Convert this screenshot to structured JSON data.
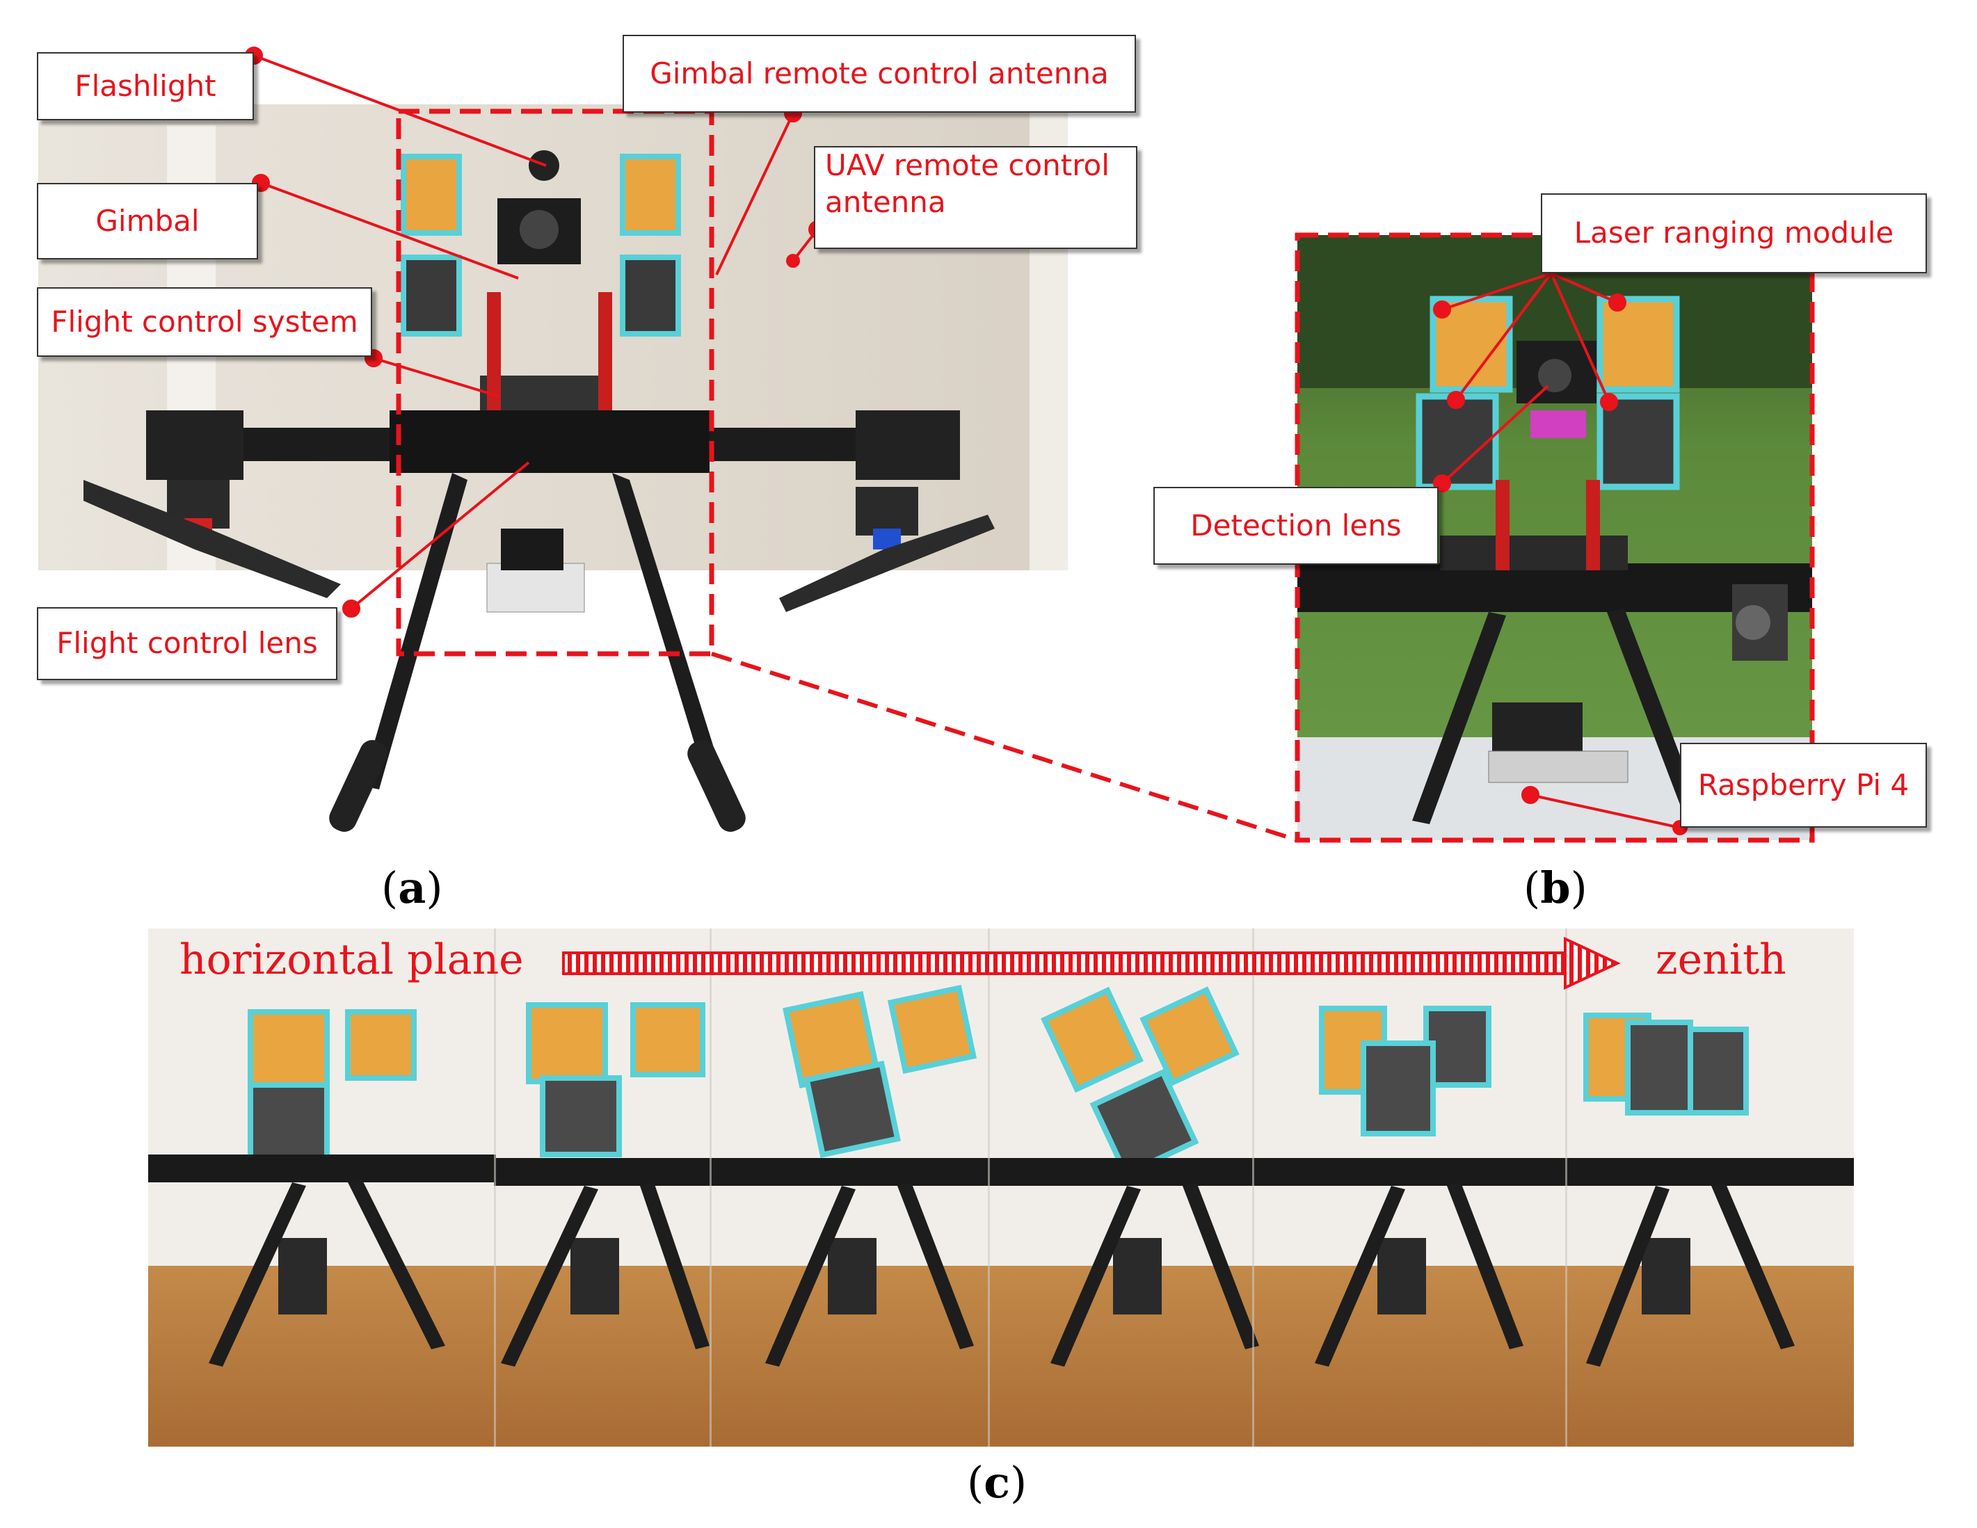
{
  "panels": {
    "a": {
      "open": "(",
      "letter": "a",
      "close": ")"
    },
    "b": {
      "open": "(",
      "letter": "b",
      "close": ")"
    },
    "c": {
      "open": "(",
      "letter": "c",
      "close": ")"
    }
  },
  "callouts": {
    "flashlight": "Flashlight",
    "gimbal_antenna": "Gimbal remote control antenna",
    "uav_antenna_line1": "UAV remote control",
    "uav_antenna_line2": "antenna",
    "gimbal": "Gimbal",
    "flight_control_system": "Flight control system",
    "flight_control_lens": "Flight control lens",
    "laser_ranging_module": "Laser ranging module",
    "detection_lens": "Detection lens",
    "raspberry_pi": "Raspberry Pi 4"
  },
  "sequence": {
    "start_label": "horizontal plane",
    "end_label": "zenith",
    "frames": 6
  },
  "colors": {
    "annotation_red": "#e8131b",
    "box_border": "#333333"
  }
}
